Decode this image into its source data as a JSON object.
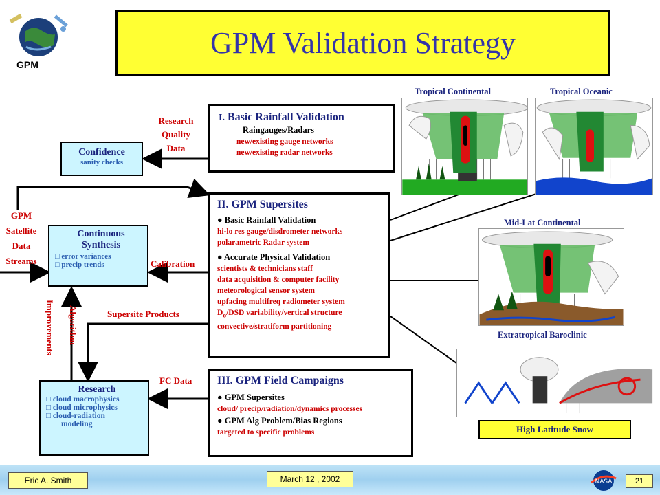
{
  "title": "GPM Validation Strategy",
  "logo_text": "GPM",
  "box1": {
    "heading_num": "I.",
    "heading": " Basic Rainfall Validation",
    "sub": "\u0000 Raingauges/Radars",
    "lines": [
      "new/existing gauge networks",
      "new/existing radar networks"
    ]
  },
  "box2": {
    "heading": "II. GPM Supersites",
    "bullet1": "Basic Rainfall Validation",
    "lines1": [
      "hi-lo res gauge/disdrometer networks",
      "polarametric Radar system"
    ],
    "bullet2": "Accurate Physical Validation",
    "lines2": [
      "scientists & technicians staff",
      "data acquisition & computer facility",
      "meteorological sensor system",
      "upfacing multifreq radiometer system"
    ],
    "dsd_prefix": "D",
    "dsd_sub": "o",
    "dsd_rest": "/DSD variability/vertical structure",
    "last": "convective/stratiform partitioning"
  },
  "box3": {
    "heading": "III. GPM Field Campaigns",
    "bullet1": "GPM Supersites",
    "line1": "cloud/ precip/radiation/dynamics  processes",
    "bullet2": "GPM Alg Problem/Bias Regions",
    "line2": "targeted to specific problems"
  },
  "confidence": {
    "title": "Confidence",
    "sub": "sanity checks"
  },
  "synthesis": {
    "title1": "Continuous",
    "title2": "Synthesis",
    "items": [
      "error variances",
      "precip trends"
    ]
  },
  "research": {
    "title": "Research",
    "items": [
      "cloud macrophysics",
      "cloud microphysics",
      "cloud-radiation"
    ],
    "last": "modeling"
  },
  "labels": {
    "rqd": [
      "Research",
      "Quality",
      "Data"
    ],
    "gpm_stream": [
      "GPM",
      "Satellite",
      "Data",
      "Streams"
    ],
    "calibration": "Calibration",
    "supersite_products": "Supersite Products",
    "algorithm": [
      "Algorithm",
      "Improvements"
    ],
    "fc_data": "FC Data"
  },
  "captions": {
    "tropical_continental": "Tropical Continental",
    "tropical_oceanic": "Tropical Oceanic",
    "midlat": "Mid-Lat Continental",
    "extratropical": "Extratropical Baroclinic",
    "high_lat": "High Latitude Snow"
  },
  "footer": {
    "author": "Eric A. Smith",
    "date": "March 12 , 2002",
    "page": "21"
  },
  "colors": {
    "title_bg": "#ffff33",
    "box_bg": "#ccf5ff",
    "accent_red": "#cc0000",
    "navy": "#1a237e"
  }
}
